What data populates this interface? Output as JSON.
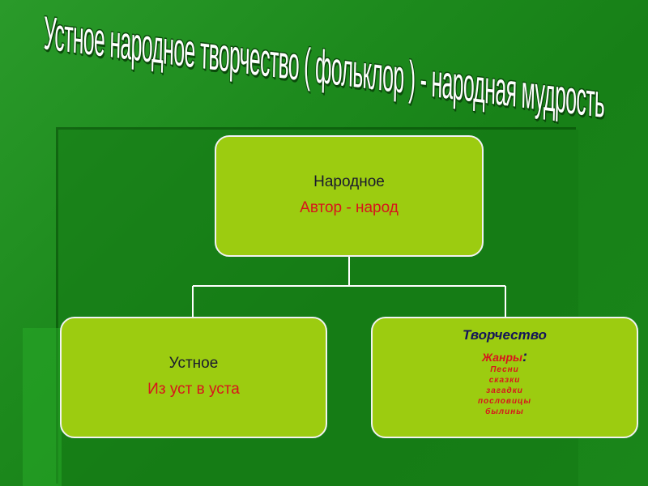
{
  "title": "Устное народное творчество ( фольклор ) - народная мудрость",
  "top_box": {
    "label": "Народное",
    "sublabel": "Автор - народ"
  },
  "left_box": {
    "label": "Устное",
    "sublabel": "Из уст в уста"
  },
  "right_box": {
    "label": "Творчество",
    "genres_label": "Жанры",
    "genres_colon": ":",
    "genres": [
      "Песни",
      "сказки",
      "загадки",
      "пословицы",
      "былины"
    ]
  },
  "colors": {
    "box_fill": "#9ccc10",
    "accent_red": "#d8141c",
    "background": "#1d8a1d"
  }
}
